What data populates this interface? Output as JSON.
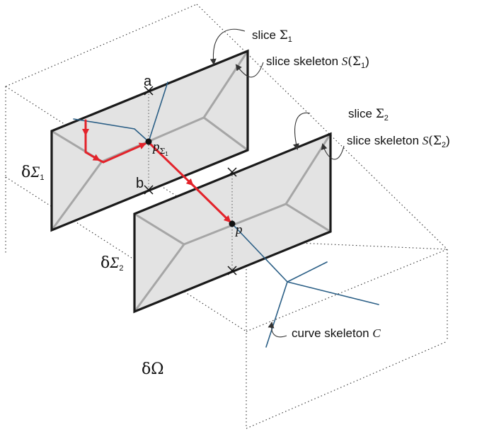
{
  "colors": {
    "slice_fill": "#e3e3e3",
    "slice_border": "#1a1a1a",
    "slice_skeleton": "#a6a6a6",
    "curve_skeleton": "#2b5f86",
    "path": "#e3232b",
    "box": "#333333"
  },
  "labels": {
    "slice1": {
      "text": "slice ",
      "symbol": "Σ",
      "sub": "1"
    },
    "slice1_skeleton": {
      "text": "slice skeleton ",
      "symbol": "S",
      "open": "(Σ",
      "sub": "1",
      "close": ")"
    },
    "slice2": {
      "text": "slice ",
      "symbol": "Σ",
      "sub": "2"
    },
    "slice2_skeleton": {
      "text": "slice skeleton ",
      "symbol": "S",
      "open": "(Σ",
      "sub": "2",
      "close": ")"
    },
    "curve_skeleton": {
      "text": "curve skeleton ",
      "symbol": "C"
    },
    "boundary_sigma1": {
      "delta": "δ",
      "symbol": "Σ",
      "sub": "1"
    },
    "boundary_sigma2": {
      "delta": "δ",
      "symbol": "Σ",
      "sub": "2"
    },
    "boundary_omega": "δΩ",
    "point_a": "a",
    "point_b": "b",
    "point_p": "p",
    "point_p_sigma1": {
      "letter": "p",
      "sub_symbol": "Σ",
      "sub": "1"
    }
  }
}
